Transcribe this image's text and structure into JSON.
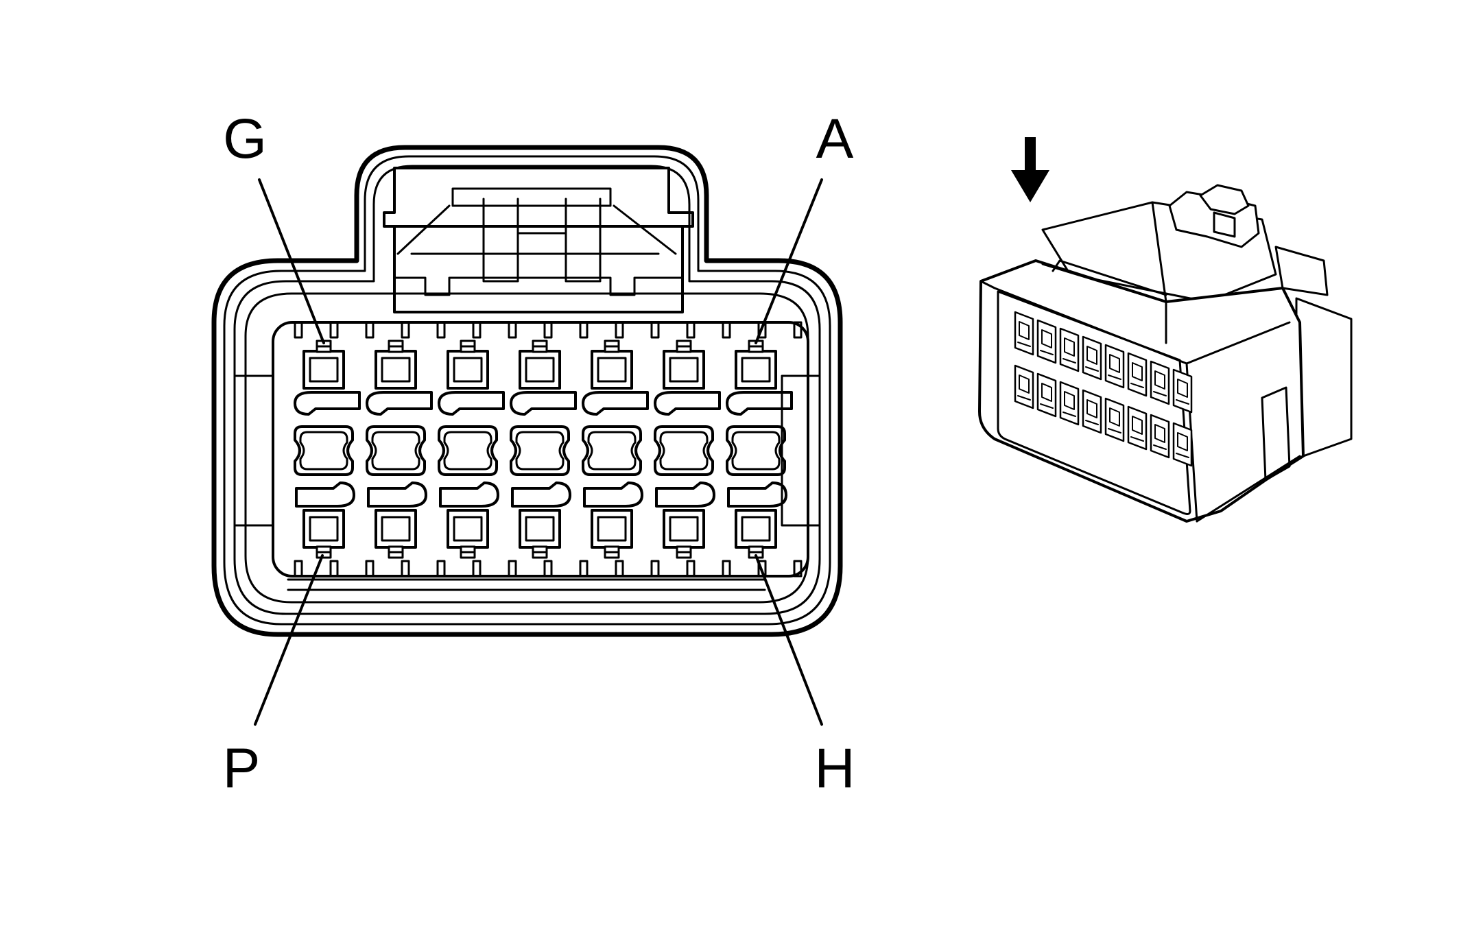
{
  "diagram": {
    "pin_labels": {
      "top_left": "G",
      "top_right": "A",
      "bottom_left": "P",
      "bottom_right": "H"
    },
    "cavity_rows": 3,
    "cavities_per_row": 7,
    "icons": {
      "view_arrow": "arrow-down-icon"
    },
    "colors": {
      "line": "#000000",
      "background": "#ffffff"
    }
  }
}
